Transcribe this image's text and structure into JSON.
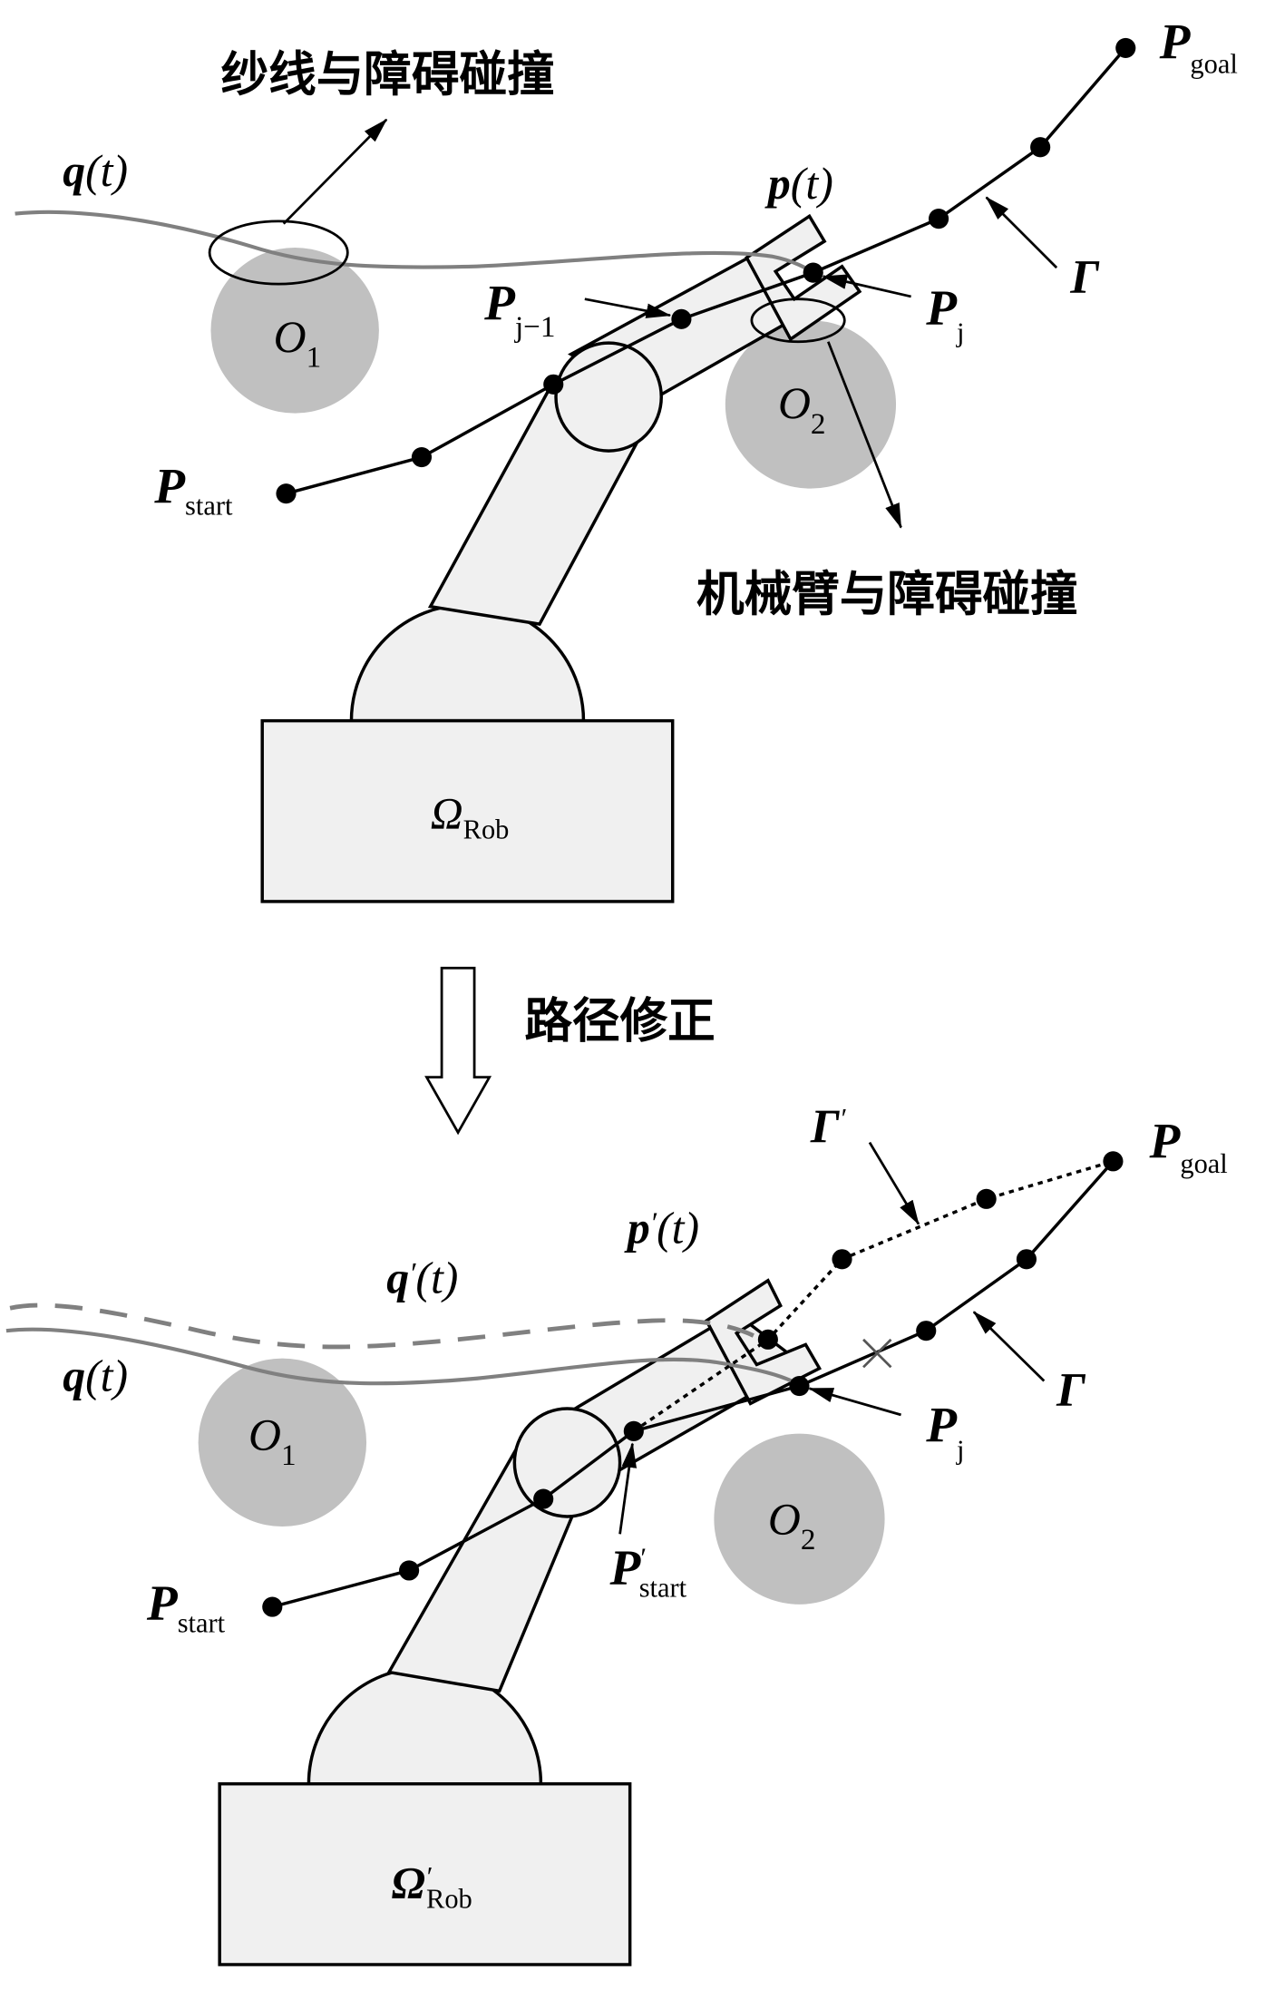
{
  "top": {
    "yarn_collision_label": "纱线与障碍碰撞",
    "arm_collision_label": "机械臂与障碍碰撞",
    "q_main": "q",
    "q_arg": "(t)",
    "p_main": "p",
    "p_arg": "(t)",
    "obstacle1": "O",
    "obstacle1_sub": "1",
    "obstacle2": "O",
    "obstacle2_sub": "2",
    "pstart": "P",
    "pstart_sub": "start",
    "pgoal": "P",
    "pgoal_sub": "goal",
    "pj": "P",
    "pj_sub": "j",
    "pj1": "P",
    "pj1_sub": "j−1",
    "gamma": "Γ",
    "robot": "Ω",
    "robot_sub": "Rob"
  },
  "transition": {
    "label": "路径修正"
  },
  "bottom": {
    "q_main": "q",
    "q_arg": "(t)",
    "qp_main": "q",
    "qp_prime": "′",
    "qp_arg": "(t)",
    "pp_main": "p",
    "pp_prime": "′",
    "pp_arg": "(t)",
    "obstacle1": "O",
    "obstacle1_sub": "1",
    "obstacle2": "O",
    "obstacle2_sub": "2",
    "pstart": "P",
    "pstart_sub": "start",
    "pstartp": "P",
    "pstartp_prime": "′",
    "pstartp_sub": "start",
    "pgoal": "P",
    "pgoal_sub": "goal",
    "pj": "P",
    "pj_sub": "j",
    "gamma": "Γ",
    "gammap": "Γ",
    "gammap_prime": "′",
    "robot": "Ω",
    "robot_prime": "′",
    "robot_sub": "Rob"
  }
}
